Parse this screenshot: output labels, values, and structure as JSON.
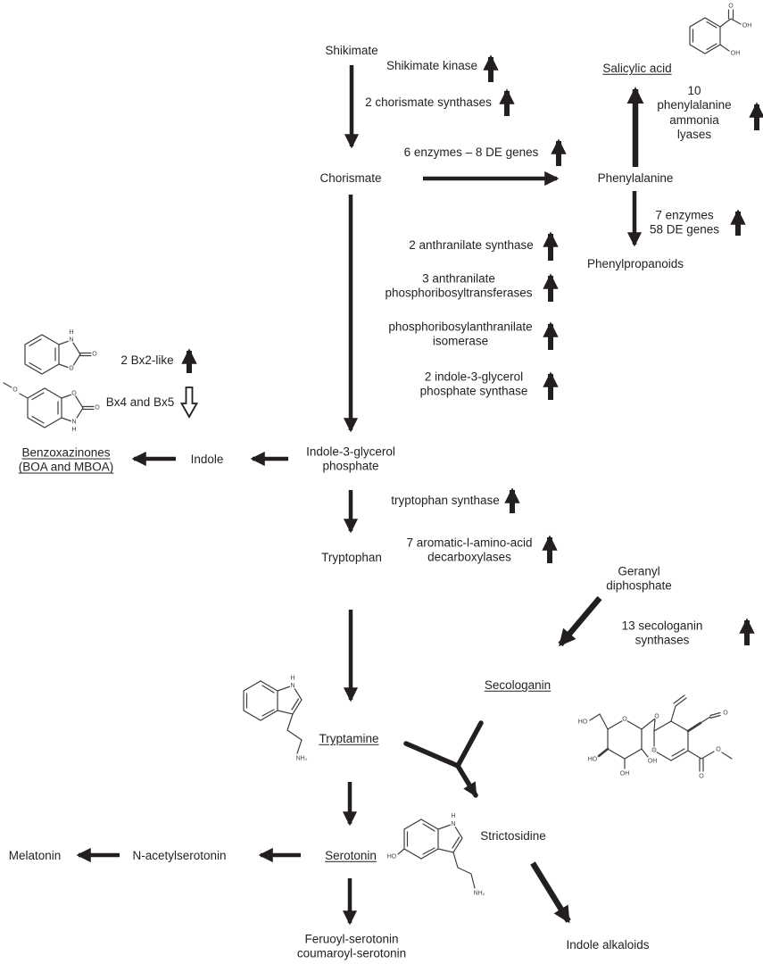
{
  "figure": {
    "type": "metabolic-pathway-diagram",
    "background": "#ffffff",
    "text_color": "#231f20",
    "arrow_color": "#231f20"
  },
  "nodes": {
    "shikimate": "Shikimate",
    "chorismate": "Chorismate",
    "salicylic_acid": "Salicylic acid",
    "phenylalanine": "Phenylalanine",
    "phenylpropanoids": "Phenylpropanoids",
    "indole_3_glycerol_phosphate": "Indole-3-glycerol\nphosphate",
    "indole": "Indole",
    "benzoxazinones": "Benzoxazinones\n(BOA and MBOA)",
    "tryptophan": "Tryptophan",
    "geranyl_diphosphate": "Geranyl\ndiphosphate",
    "secologanin": "Secologanin",
    "tryptamine": "Tryptamine",
    "strictosidine": "Strictosidine",
    "serotonin": "Serotonin",
    "n_acetylserotonin": "N-acetylserotonin",
    "melatonin": "Melatonin",
    "feruoyl_serotonin": "Feruoyl-serotonin\ncoumaroyl-serotonin",
    "indole_alkaloids": "Indole alkaloids"
  },
  "enzymes": {
    "shikimate_kinase": {
      "label": "Shikimate kinase",
      "regulation": "up"
    },
    "chorismate_synthases": {
      "label": "2 chorismate synthases",
      "regulation": "up"
    },
    "six_enzymes": {
      "label": "6 enzymes – 8 DE genes",
      "regulation": "up"
    },
    "pal": {
      "label": "10 phenylalanine\nammonia lyases",
      "regulation": "up"
    },
    "seven_enzymes": {
      "label": "7 enzymes\n58 DE genes",
      "regulation": "up"
    },
    "anthranilate_synthase": {
      "label": "2 anthranilate synthase",
      "regulation": "up"
    },
    "anthranilate_pt": {
      "label": "3 anthranilate\nphosphoribosyltransferases",
      "regulation": "up"
    },
    "pai": {
      "label": "phosphoribosylanthranilate\nisomerase",
      "regulation": "up"
    },
    "igps": {
      "label": "2 indole-3-glycerol\nphosphate synthase",
      "regulation": "up"
    },
    "bx2_like": {
      "label": "2 Bx2-like",
      "regulation": "up"
    },
    "bx4_bx5": {
      "label": "Bx4 and Bx5",
      "regulation": "down-open"
    },
    "tryptophan_synthase": {
      "label": "tryptophan synthase",
      "regulation": "up"
    },
    "aadc": {
      "label": "7 aromatic-l-amino-acid\ndecarboxylases",
      "regulation": "up"
    },
    "secologanin_synthases": {
      "label": "13 secologanin synthases",
      "regulation": "up"
    }
  },
  "edges": [
    {
      "from": "shikimate",
      "to": "chorismate"
    },
    {
      "from": "chorismate",
      "to": "phenylalanine"
    },
    {
      "from": "phenylalanine",
      "to": "salicylic_acid"
    },
    {
      "from": "phenylalanine",
      "to": "phenylpropanoids"
    },
    {
      "from": "chorismate",
      "to": "indole_3_glycerol_phosphate"
    },
    {
      "from": "indole_3_glycerol_phosphate",
      "to": "indole"
    },
    {
      "from": "indole",
      "to": "benzoxazinones"
    },
    {
      "from": "indole_3_glycerol_phosphate",
      "to": "tryptophan"
    },
    {
      "from": "tryptophan",
      "to": "tryptamine"
    },
    {
      "from": "geranyl_diphosphate",
      "to": "secologanin"
    },
    {
      "from": "tryptamine",
      "to": "strictosidine"
    },
    {
      "from": "secologanin",
      "to": "strictosidine"
    },
    {
      "from": "tryptamine",
      "to": "serotonin"
    },
    {
      "from": "serotonin",
      "to": "n_acetylserotonin"
    },
    {
      "from": "n_acetylserotonin",
      "to": "melatonin"
    },
    {
      "from": "serotonin",
      "to": "feruoyl_serotonin"
    },
    {
      "from": "strictosidine",
      "to": "indole_alkaloids"
    }
  ],
  "structures": {
    "salicylic_acid": {
      "o_carbonyl": "O",
      "oh_acid": "OH",
      "oh_phenol": "OH"
    },
    "boa": {
      "h": "H",
      "n": "N",
      "o_ring": "O",
      "o_carbonyl": "O"
    },
    "mboa": {
      "o_methoxy": "O",
      "o_ring": "O",
      "o_carbonyl": "O",
      "n": "N",
      "h": "H"
    },
    "tryptamine": {
      "h": "H",
      "n": "N",
      "nh2": "NH₂"
    },
    "secologanin": {
      "ho_top": "HO",
      "o_ring_left": "O",
      "o_glycosidic": "O",
      "ho_bottom": "HO",
      "oh_bottom": "OH",
      "oh_right": "OH",
      "o_ring_right": "O",
      "o_aldehyde": "O",
      "o_ester_carbonyl": "O",
      "o_ester": "O"
    },
    "serotonin": {
      "ho": "HO",
      "h": "H",
      "n": "N",
      "nh2": "NH₂"
    }
  }
}
